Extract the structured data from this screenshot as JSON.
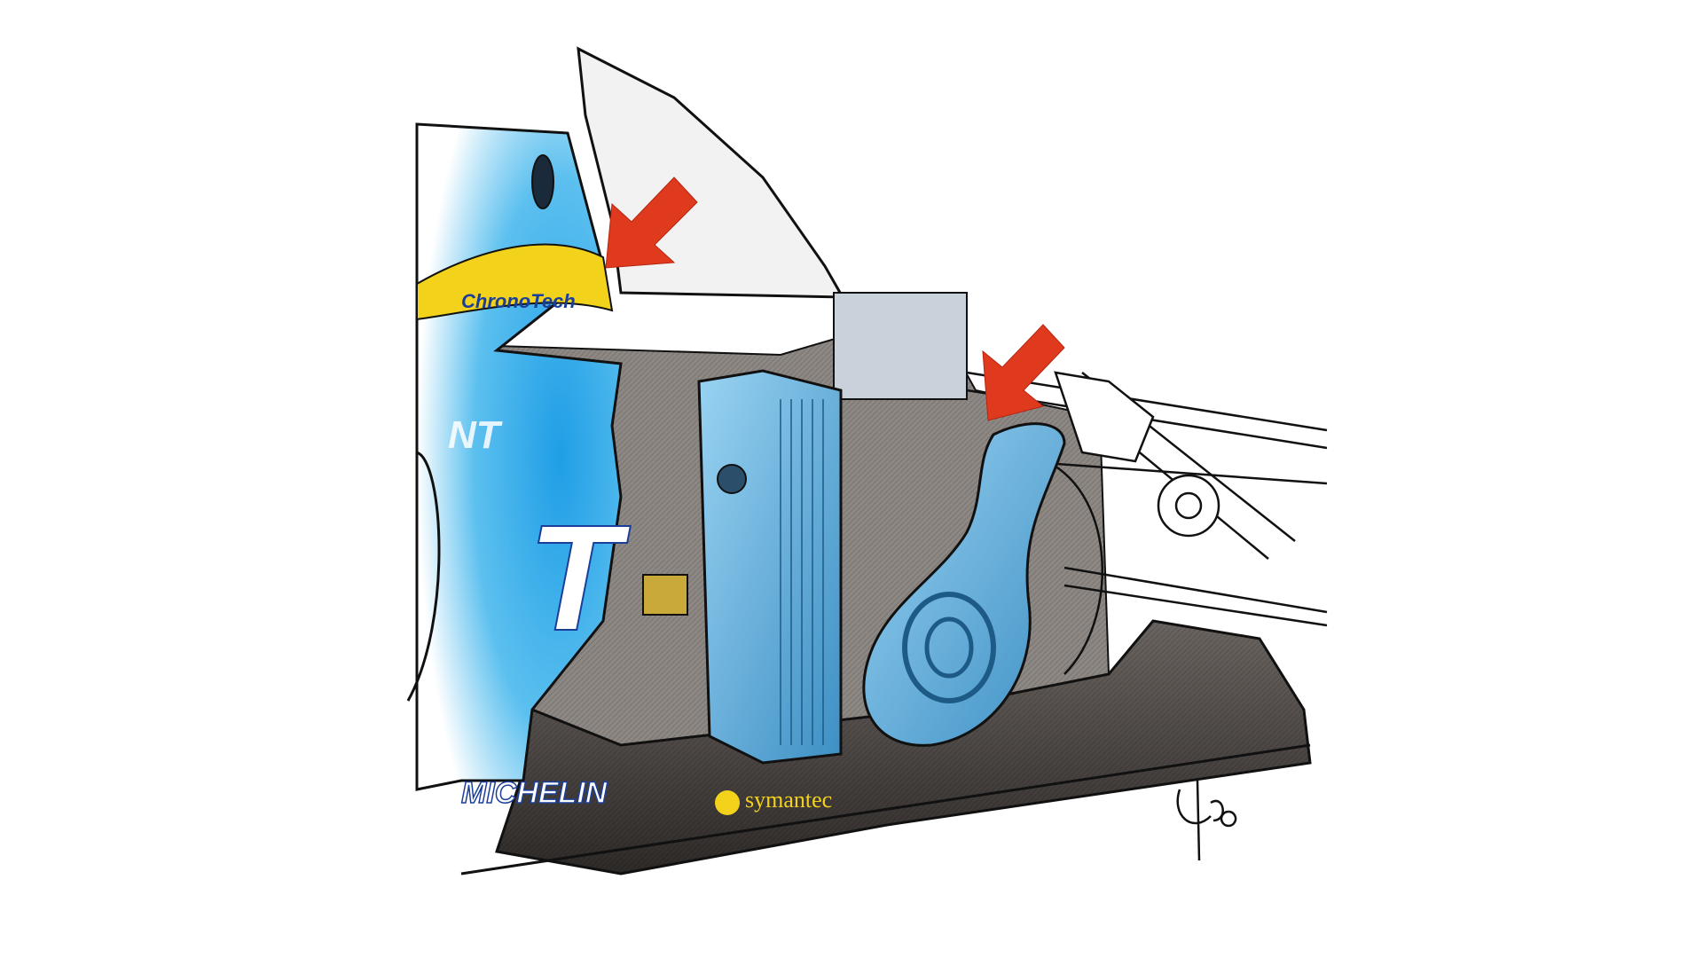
{
  "illustration": {
    "logos": {
      "sponsor_top": "ChronoTech",
      "sponsor_floor": "symantec",
      "tyre_brand": "MICHELIN",
      "livery_letter": "T",
      "livery_partial": "NT"
    },
    "annotations": {
      "arrow_count": 2,
      "arrow_color": "#e03a1e"
    },
    "colors": {
      "bodywork_blue": "#3aaee8",
      "sponsor_yellow": "#f3d21c",
      "carbon_floor": "#4a4542",
      "engine_blue": "#6fb8e0"
    }
  }
}
